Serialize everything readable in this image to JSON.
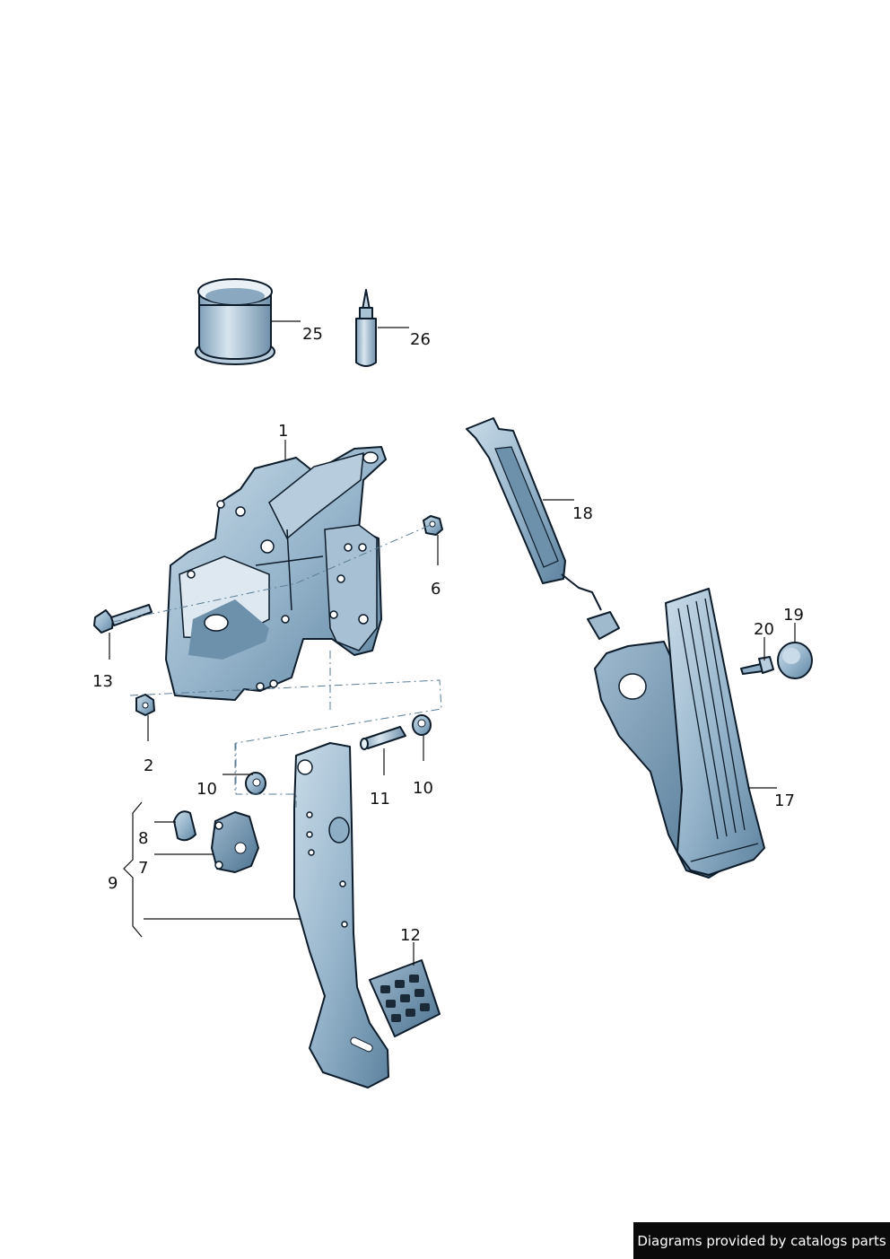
{
  "callouts": {
    "c1": "1",
    "c2": "2",
    "c6": "6",
    "c7": "7",
    "c8": "8",
    "c9": "9",
    "c10a": "10",
    "c10b": "10",
    "c11": "11",
    "c12": "12",
    "c13": "13",
    "c17": "17",
    "c18": "18",
    "c19": "19",
    "c20": "20",
    "c25": "25",
    "c26": "26"
  },
  "footer": {
    "credit": "Diagrams provided by catalogs parts"
  },
  "colors": {
    "part_light": "#c6d8e6",
    "part_mid": "#8eaec6",
    "part_dark": "#4f7591",
    "outline": "#0d1c2a"
  }
}
